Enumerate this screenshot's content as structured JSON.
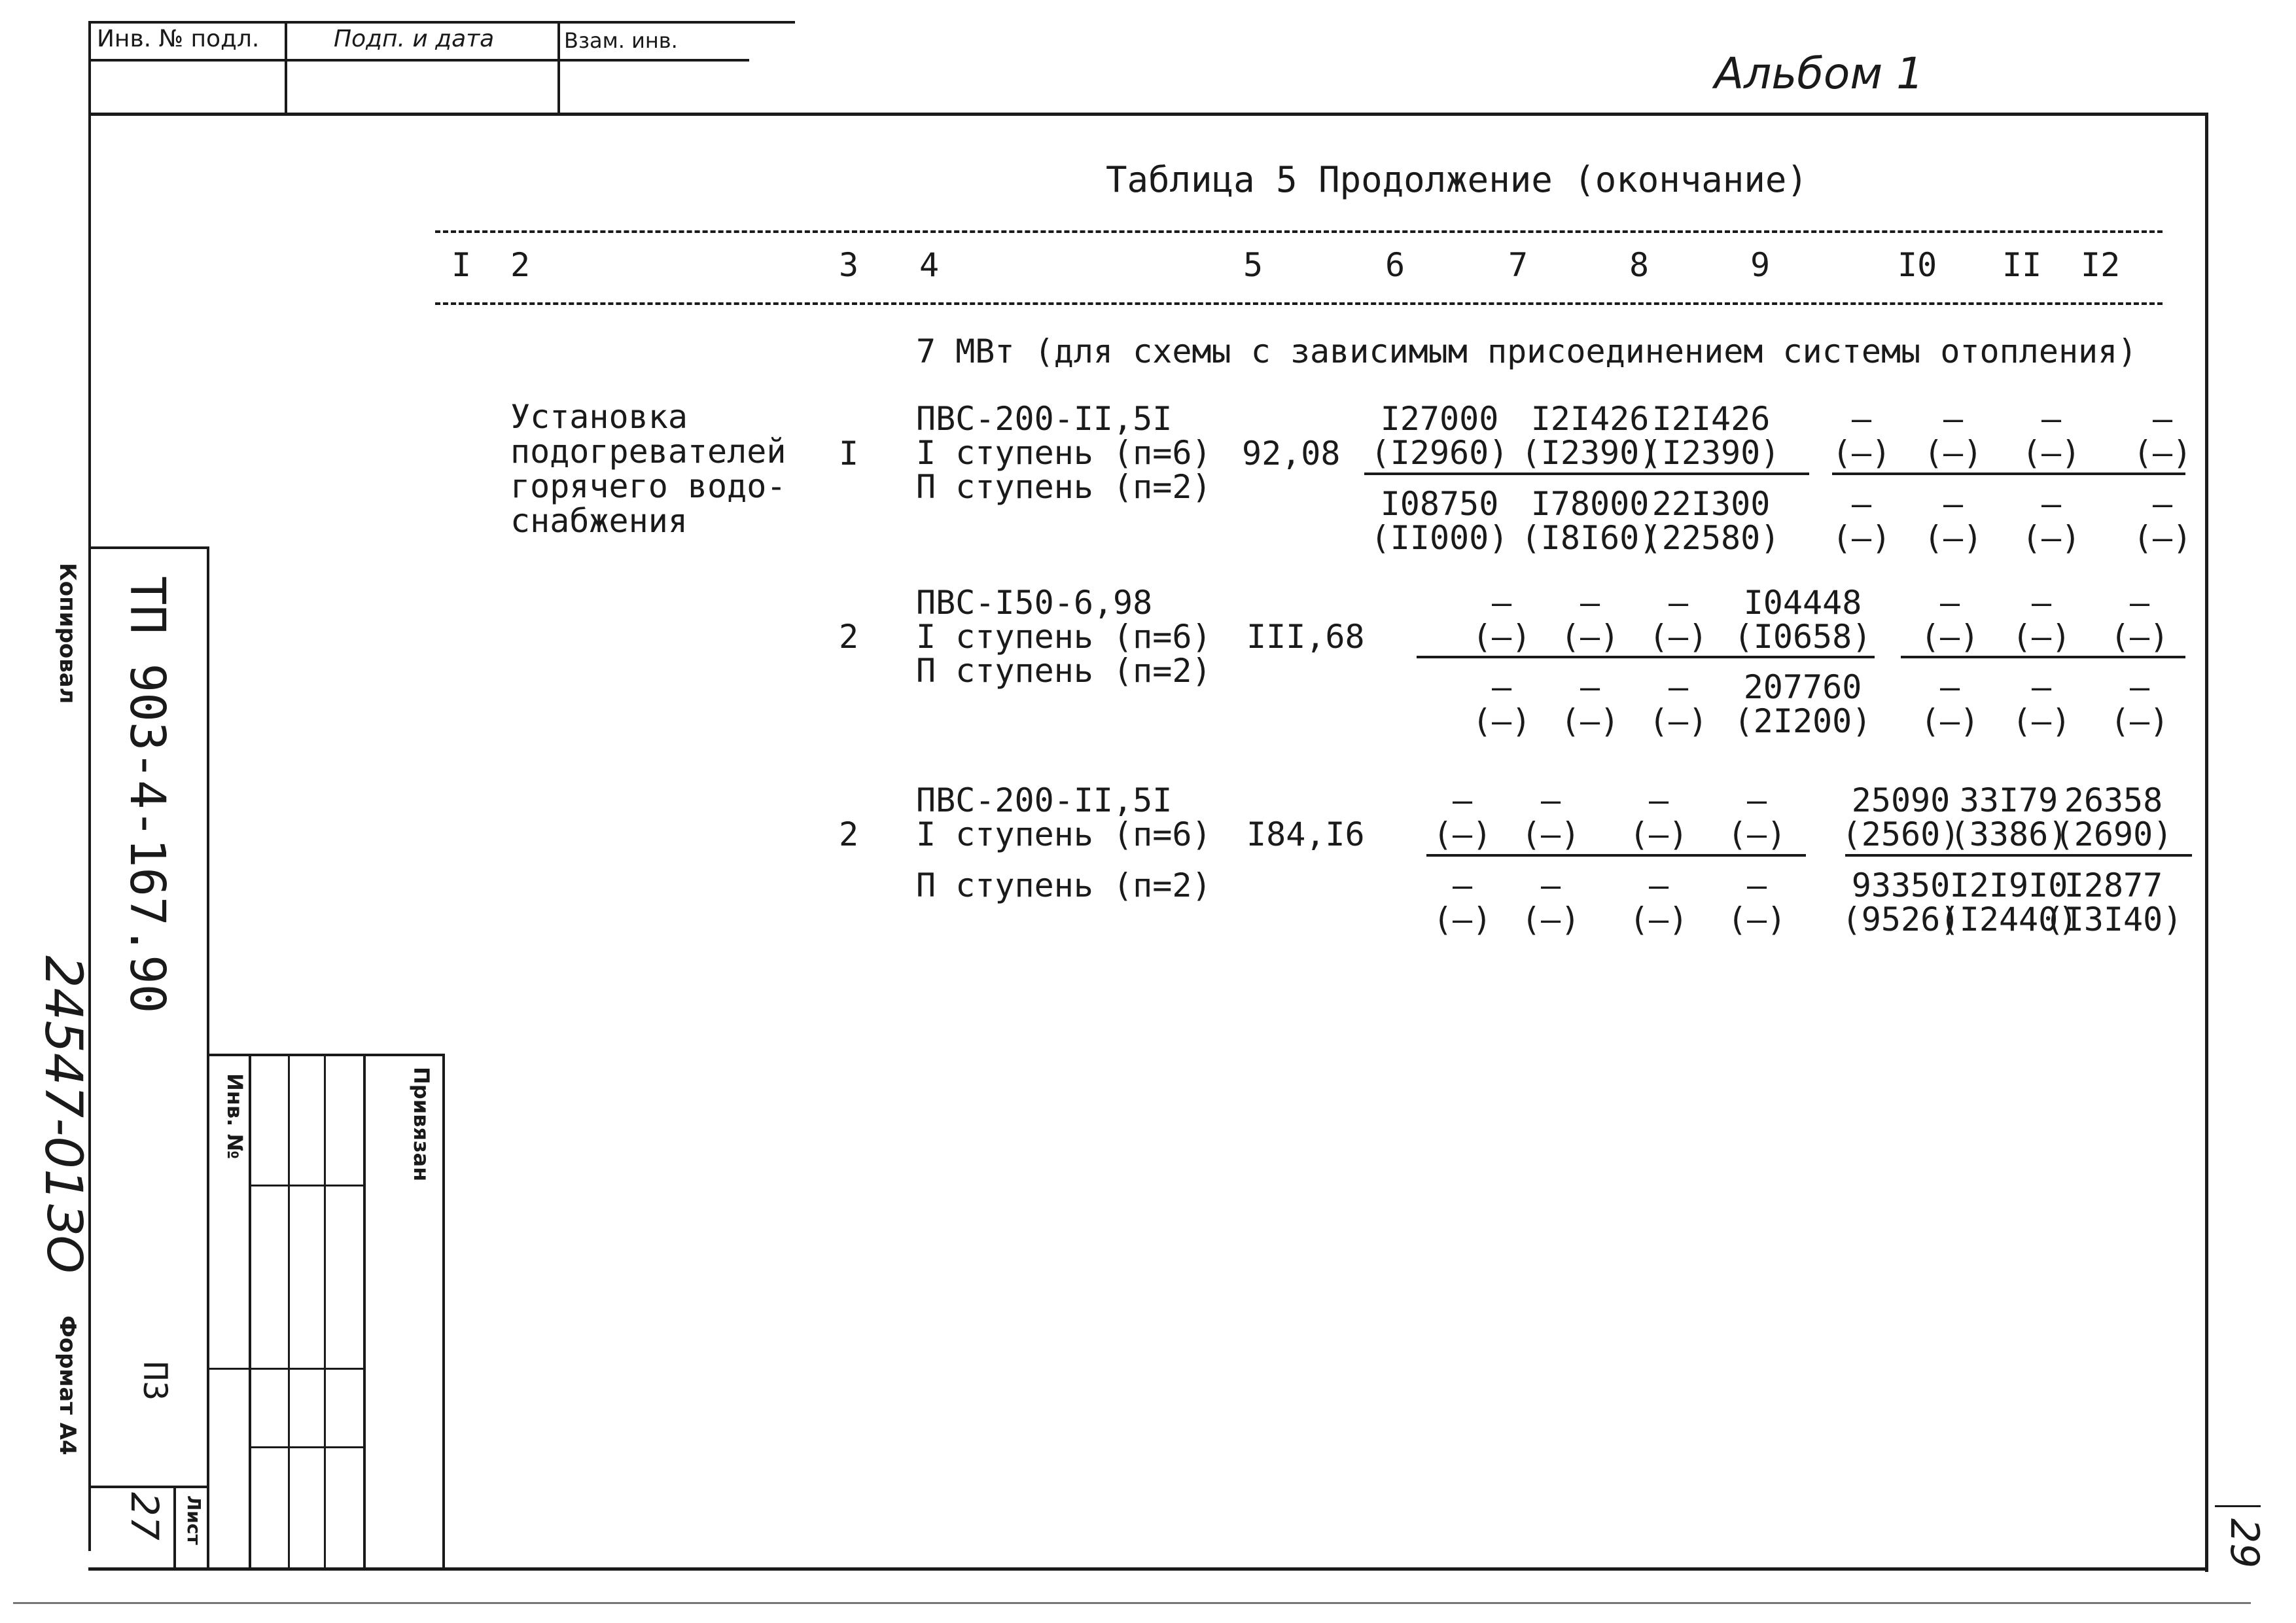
{
  "album_note": "Альбом 1",
  "stamp_top": {
    "inv_podl": "Инв. № подл.",
    "podp_data": "Подп. и дата",
    "vzam_inv": "Взам. инв."
  },
  "title": "Таблица 5  Продолжение (окончание)",
  "columns": [
    "I",
    "2",
    "3",
    "4",
    "5",
    "6",
    "7",
    "8",
    "9",
    "I0",
    "II",
    "I2"
  ],
  "subheader": "7 МВт (для схемы с зависимым присоединением системы отопления)",
  "item_name": [
    "Установка",
    "подогревателей",
    "горячего водо-",
    "снабжения"
  ],
  "rows": [
    {
      "variant": "I",
      "equipment": [
        "ПВС-200-II,5I",
        "I ступень (п=6)",
        "П ступень (п=2)"
      ],
      "value": "92,08",
      "top": [
        [
          "I27000",
          "(I2960)"
        ],
        [
          "I2I426",
          "(I2390)"
        ],
        [
          "I2I426",
          "(I2390)"
        ],
        [
          "—",
          "(—)"
        ],
        [
          "—",
          "(—)"
        ],
        [
          "—",
          "(—)"
        ],
        [
          "—",
          "(—)"
        ]
      ],
      "bottom": [
        [
          "I08750",
          "(II000)"
        ],
        [
          "I78000",
          "(I8I60)"
        ],
        [
          "22I300",
          "(22580)"
        ],
        [
          "—",
          "(—)"
        ],
        [
          "—",
          "(—)"
        ],
        [
          "—",
          "(—)"
        ],
        [
          "—",
          "(—)"
        ]
      ]
    },
    {
      "variant": "2",
      "equipment": [
        "ПВС-I50-6,98",
        "I ступень (п=6)",
        "П ступень (п=2)"
      ],
      "value": "III,68",
      "top": [
        [
          "—",
          "(—)"
        ],
        [
          "—",
          "(—)"
        ],
        [
          "—",
          "(—)"
        ],
        [
          "I04448",
          "(I0658)"
        ],
        [
          "—",
          "(—)"
        ],
        [
          "—",
          "(—)"
        ],
        [
          "—",
          "(—)"
        ]
      ],
      "bottom": [
        [
          "—",
          "(—)"
        ],
        [
          "—",
          "(—)"
        ],
        [
          "—",
          "(—)"
        ],
        [
          "207760",
          "(2I200)"
        ],
        [
          "—",
          "(—)"
        ],
        [
          "—",
          "(—)"
        ],
        [
          "—",
          "(—)"
        ]
      ]
    },
    {
      "variant": "2",
      "equipment": [
        "ПВС-200-II,5I",
        "I ступень (п=6)",
        "П ступень (п=2)"
      ],
      "value": "I84,I6",
      "top": [
        [
          "—",
          "(—)"
        ],
        [
          "—",
          "(—)"
        ],
        [
          "—",
          "(—)"
        ],
        [
          "—",
          "(—)"
        ],
        [
          "25090",
          "(2560)"
        ],
        [
          "33I79",
          "(3386)"
        ],
        [
          "26358",
          "(2690)"
        ]
      ],
      "bottom": [
        [
          "—",
          "(—)"
        ],
        [
          "—",
          "(—)"
        ],
        [
          "—",
          "(—)"
        ],
        [
          "—",
          "(—)"
        ],
        [
          "93350",
          "(9526)"
        ],
        [
          "I2I9I0",
          "(I2440)"
        ],
        [
          "I2877",
          "(I3I40)"
        ]
      ]
    }
  ],
  "side": {
    "kopiroval": "Копировал",
    "doc_code": "ТП 903-4-167.90",
    "archive_no": "24547-01",
    "album_part": "ЗО",
    "format": "Формат А4",
    "section": "ПЗ",
    "sheet_label": "Лист",
    "sheet_no": "27",
    "inv_no": "Инв. №",
    "privyazan": "Привязан"
  },
  "page_number": "29"
}
